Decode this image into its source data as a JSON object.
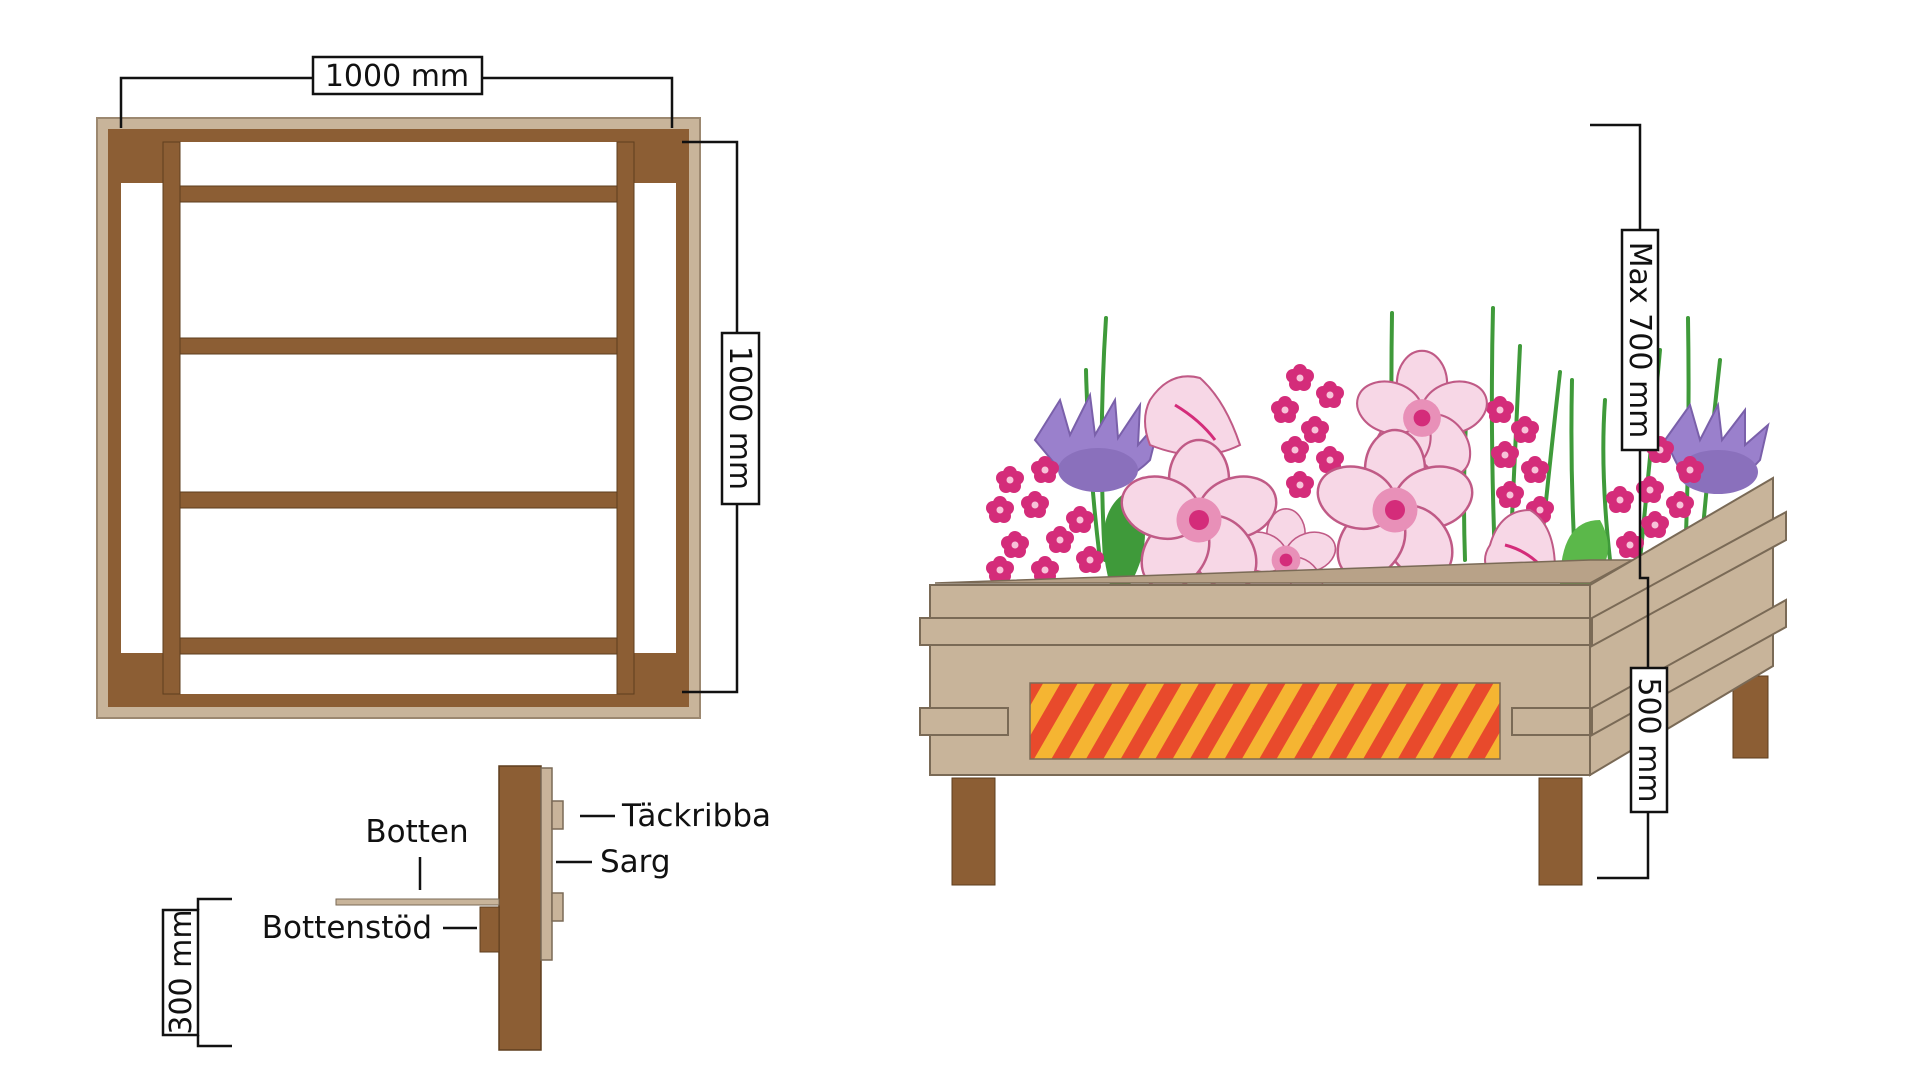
{
  "dimensions": {
    "top_width": "1000 mm",
    "top_depth": "1000 mm",
    "section_height": "300 mm",
    "box_height": "500 mm",
    "max_height": "Max 700 mm"
  },
  "section_labels": {
    "cover_strip": "Täckribba",
    "frame": "Sarg",
    "bottom": "Botten",
    "bottom_support": "Bottenstöd"
  },
  "colors": {
    "wood_dark": "#8c5e34",
    "wood_light": "#c8b49a",
    "wood_light_edge": "#b8a288",
    "stripe_orange": "#e84a2c",
    "stripe_yellow": "#f5b532",
    "flower_pink": "#d42c7a",
    "flower_light": "#f4d0e0",
    "thistle_purple": "#9a80cc",
    "leaf_green": "#3f9a3a"
  },
  "icons": [
    "planter-box-illustration",
    "flower-icon",
    "thistle-icon",
    "leaf-icon"
  ]
}
